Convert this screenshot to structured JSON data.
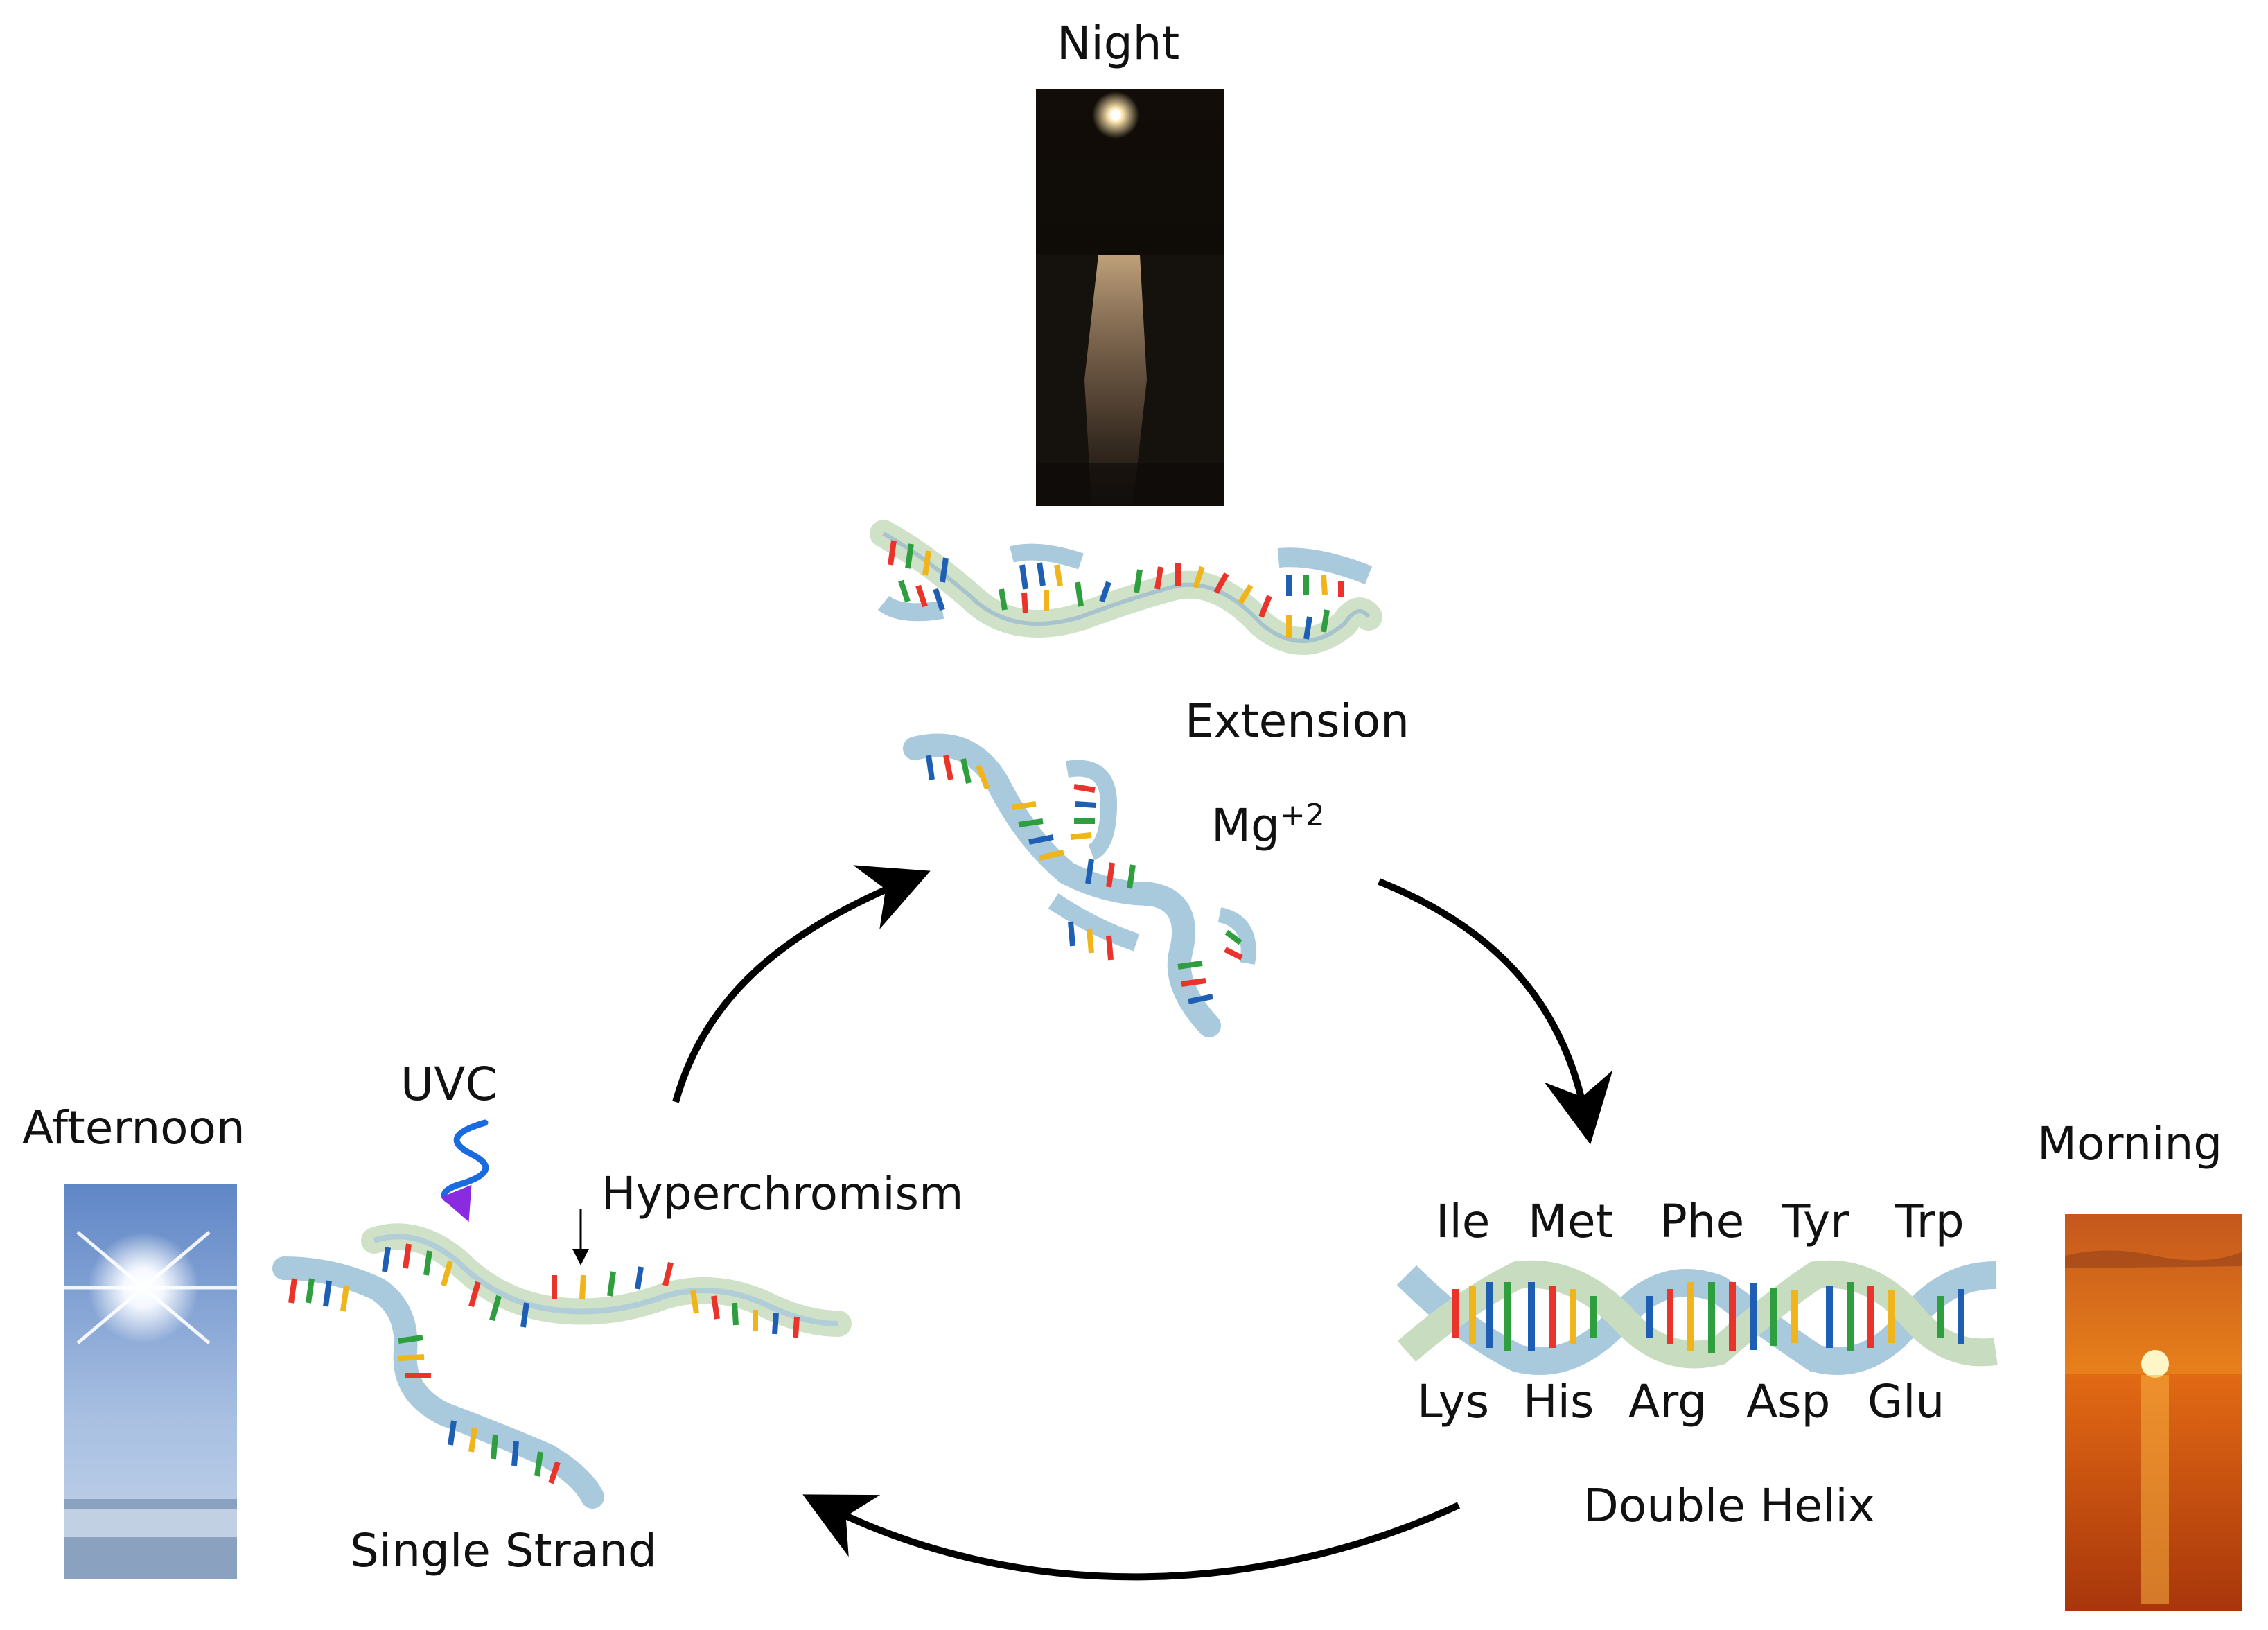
{
  "labels": {
    "night": "Night",
    "extension": "Extension",
    "mg": "Mg",
    "mg_charge": "+2",
    "afternoon": "Afternoon",
    "uvc": "UVC",
    "hyperchromism": "Hyperchromism",
    "single_strand": "Single Strand",
    "morning": "Morning",
    "double_helix": "Double Helix"
  },
  "amino_acids": {
    "top": [
      "Ile",
      "Met",
      "Phe",
      "Tyr",
      "Trp"
    ],
    "bottom": [
      "Lys",
      "His",
      "Arg",
      "Asp",
      "Glu"
    ]
  },
  "colors": {
    "backbone": "#a9c9dc",
    "backbone_dark": "#c8dcc0",
    "base_red": "#e8342a",
    "base_green": "#2e9e3e",
    "base_blue": "#1f5fb3",
    "base_yellow": "#f0b41c",
    "uv_wave": "#1a6be0",
    "uv_arrow": "#8a2be2"
  }
}
